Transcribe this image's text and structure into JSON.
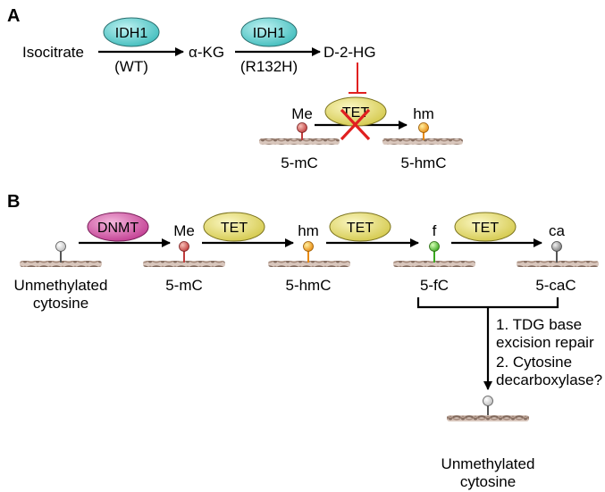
{
  "panel_a": {
    "letter": "A",
    "substrate": "Isocitrate",
    "enzyme1": "IDH1",
    "enzyme1_sub": "(WT)",
    "product1": "α-KG",
    "enzyme2": "IDH1",
    "enzyme2_sub": "(R132H)",
    "product2": "D-2-HG",
    "tet": "TET",
    "mark_left": "Me",
    "mark_right": "hm",
    "base_left": "5-mC",
    "base_right": "5-hmC"
  },
  "panel_b": {
    "letter": "B",
    "enzymes": [
      "DNMT",
      "TET",
      "TET",
      "TET"
    ],
    "marks": [
      "Me",
      "hm",
      "f",
      "ca"
    ],
    "bases": [
      "Unmethylated",
      "5-mC",
      "5-hmC",
      "5-fC",
      "5-caC"
    ],
    "base0_line2": "cytosine",
    "steps": [
      "1. TDG base",
      "excision repair",
      "2. Cytosine",
      "decarboxylase?"
    ],
    "final_line1": "Unmethylated",
    "final_line2": "cytosine"
  },
  "colors": {
    "idh": "#66cfcf",
    "tet": "#e6df7a",
    "dnmt": "#d35aa8",
    "me_pin": "#cc4e4e",
    "hm_pin": "#f0a820",
    "f_pin": "#55c83a",
    "ca_pin": "#9a9a9a",
    "unmeth_pin": "#e8e8e8",
    "inhibit": "#e02020",
    "dna": "#b89a8a"
  },
  "icons": [
    "dna-strand-icon",
    "lollipop-pin-icon",
    "inhibition-bar-icon",
    "red-x-icon"
  ]
}
